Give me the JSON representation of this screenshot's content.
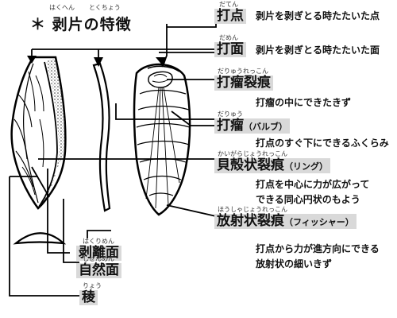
{
  "title": "＊ 剥片の特徴",
  "title_ruby": [
    "はくへん",
    "とくちょう"
  ],
  "terms": [
    {
      "id": "striking-point",
      "label": "打点",
      "ruby": "だてん",
      "paren": "",
      "desc": [
        "剥片を剥ぎとる時たたいた点"
      ]
    },
    {
      "id": "striking-platform",
      "label": "打面",
      "ruby": "だめん",
      "paren": "",
      "desc": [
        "剥片を剥ぎとる時たたいた面"
      ]
    },
    {
      "id": "bulbar-scar",
      "label": "打瘤裂痕",
      "ruby": "だりゅうれっこん",
      "paren": "",
      "desc": [
        "打瘤の中にできたきず"
      ]
    },
    {
      "id": "bulb",
      "label": "打瘤",
      "ruby": "だりゅう",
      "paren": "（バルブ）",
      "desc": [
        "打点のすぐ下にできるふくらみ"
      ]
    },
    {
      "id": "ripple",
      "label": "貝殻状裂痕",
      "ruby": "かいがらじょうれっこん",
      "paren": "（リング）",
      "desc": [
        "打点を中心に力が広がって",
        "できる同心円状のもよう"
      ]
    },
    {
      "id": "fissure",
      "label": "放射状裂痕",
      "ruby": "ほうしゃじょうれっこん",
      "paren": "（フィッシャー）",
      "desc": [
        "打点から力が進方向にできる",
        "放射状の細いきず"
      ]
    }
  ],
  "bottom_terms": [
    {
      "id": "ventral-face",
      "label": "剥離面",
      "ruby": "はくりめん"
    },
    {
      "id": "natural-face",
      "label": "自然面",
      "ruby": "しぜんめん"
    },
    {
      "id": "ridge",
      "label": "稜",
      "ruby": "りょう"
    }
  ]
}
